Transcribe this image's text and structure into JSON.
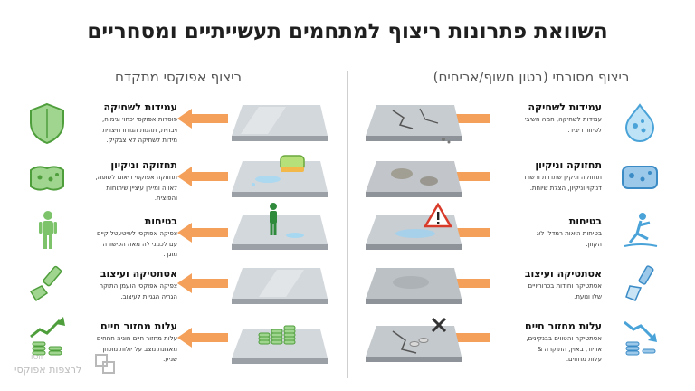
{
  "title": "השוואת פתרונות ריצוף למתחמים תעשייתיים ומסחריים",
  "columns": {
    "right": "ריצוף מסורתי (בטון חשוף/אריחים)",
    "left": "ריצוף אפוקסי מתקדם"
  },
  "traditional": [
    {
      "heading": "עמידות לשחיקה",
      "desc": [
        "עמידות לשחיקה, חמה חשיבי",
        "לפיזור ריביד."
      ],
      "icon": "water-drop-shield-icon"
    },
    {
      "heading": "תחזוקה וניקיון",
      "desc": [
        "תחזוקה וניקיון שתדרת ורשרז",
        "דניקוי וניקיון, הצלת שיוחת."
      ],
      "icon": "dirty-sponge-icon"
    },
    {
      "heading": "בטיחות",
      "desc": [
        "בטיחות היאות רמדלו לא",
        "הקוון."
      ],
      "icon": "slipping-person-icon"
    },
    {
      "heading": "אסתטיקה ועיצוב",
      "desc": [
        "אסתטיקה וחודות בכרוריויים",
        "שלו ונועת."
      ],
      "icon": "paintbrush-icon"
    },
    {
      "heading": "עלות מחזור חיים",
      "desc": [
        "אסתטיקה והטווים בבנקינים,",
        "אריוד, באוין, התוקרה &",
        "עלות מחזוים."
      ],
      "icon": "coins-down-icon"
    }
  ],
  "epoxy": [
    {
      "heading": "עמידות לשחיקה",
      "desc": [
        "פוסדות אפוקסי יכחוי וגימוח,",
        "ויבחית, תהגות הגודוו חיצויית",
        "מידות לשחיקה לא צבקיק."
      ],
      "icon": "green-shield-icon"
    },
    {
      "heading": "תחזוקה וניקיון",
      "desc": [
        "תחזוקה אפוקסי ריאום לשופה,",
        "לאווה ומיירן עיציין שיתוחות",
        "והפוצית."
      ],
      "icon": "green-sponge-icon"
    },
    {
      "heading": "בטיחות",
      "desc": [
        "צפיקה אפוקסי לשיטעטל קיים",
        "עם לכמני לה מאה הכישורה",
        "מוגך."
      ],
      "icon": "standing-person-icon"
    },
    {
      "heading": "אסתטיקה ועיצוב",
      "desc": [
        "צפיקה אפוקסי הועמן התוקר",
        "הגריה הגגיות לעיצוב."
      ],
      "icon": "green-paintbrush-icon"
    },
    {
      "heading": "עלות מחזור חיים",
      "desc": [
        "עלות מחזור חיים חוניה חחחים",
        "מאגונת מצב על יולות מוכחן",
        "שניע."
      ],
      "icon": "coins-up-icon"
    }
  ],
  "watermark": {
    "line1": "ווסו",
    "line2": "לרצפות אפוקסי"
  },
  "colors": {
    "arrow": "#f4a05a",
    "green": "#7cc36a",
    "blue": "#5ab0e0",
    "tile": "#cfd4d8"
  }
}
